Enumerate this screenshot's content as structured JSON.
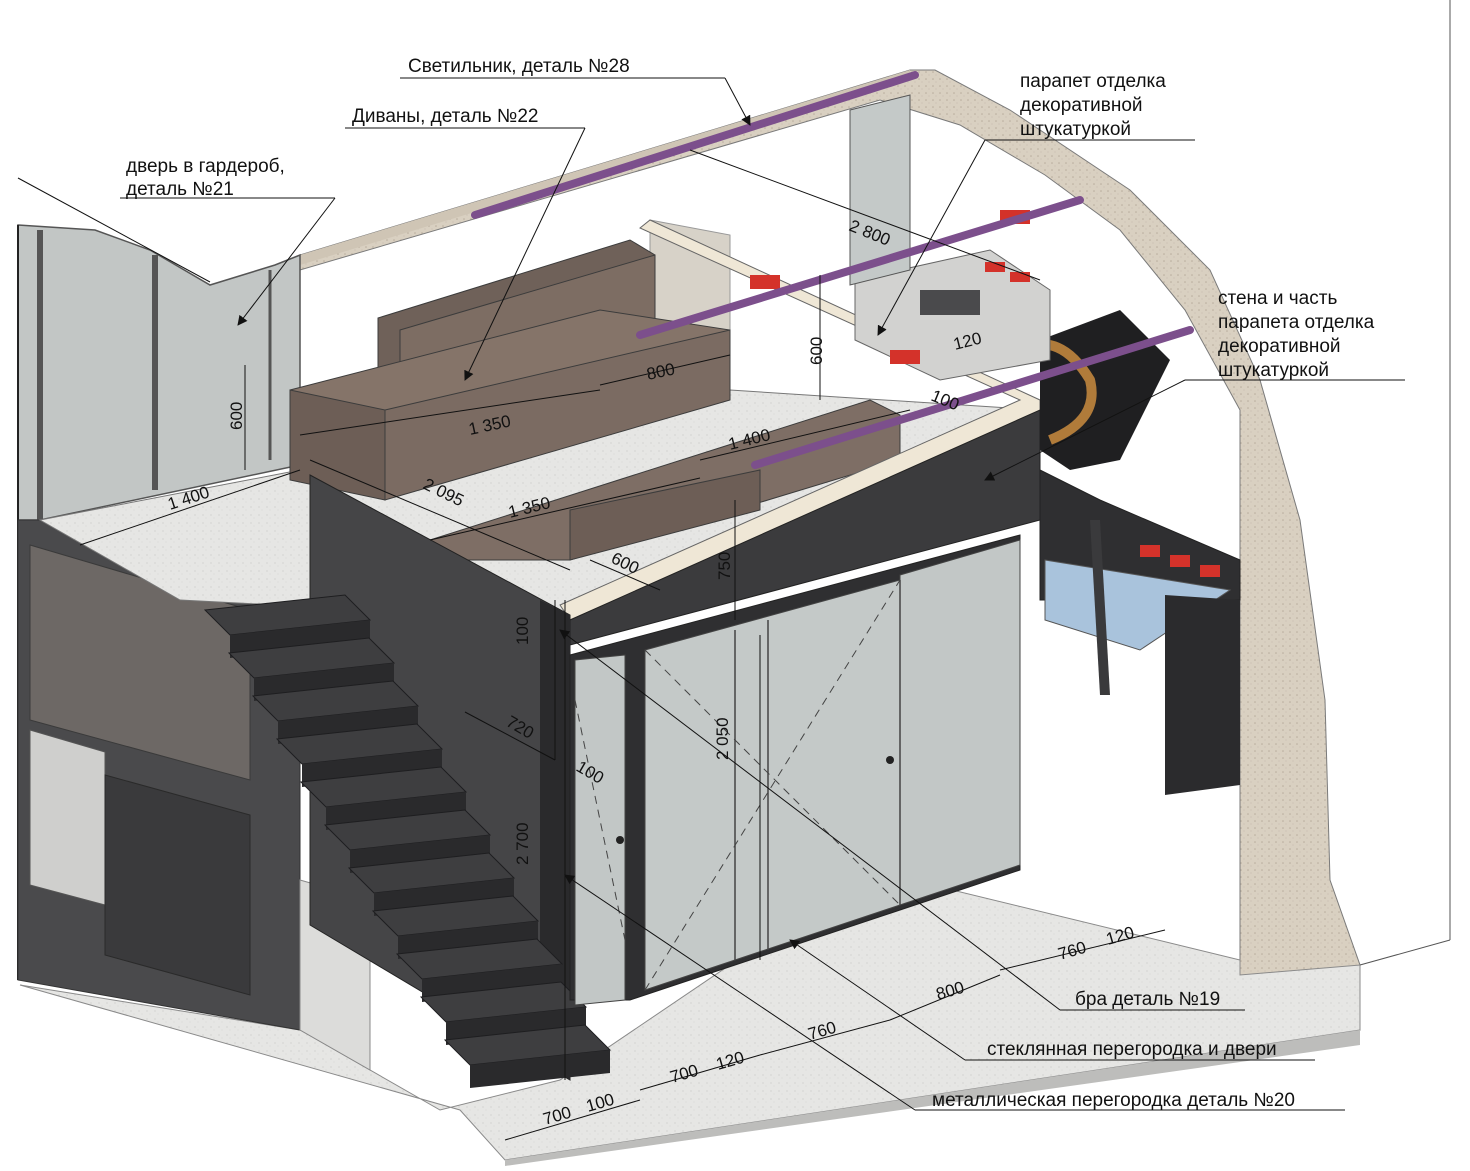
{
  "callouts": {
    "lamp": "Светильник, деталь №28",
    "sofas": "Диваны, деталь №22",
    "wardrobe_door_line1": "дверь в гардероб,",
    "wardrobe_door_line2": "деталь №21",
    "parapet_line1": "парапет отделка",
    "parapet_line2": "декоративной",
    "parapet_line3": "штукатуркой",
    "wall_line1": "стена и часть",
    "wall_line2": "парапета отделка",
    "wall_line3": "декоративной",
    "wall_line4": "штукатуркой",
    "sconce": "бра деталь №19",
    "glass_partition": "стеклянная перегородка и двери",
    "metal_partition": "металлическая перегородка деталь №20"
  },
  "dimensions": {
    "d2800": "2 800",
    "d600_right": "600",
    "d120_top": "120",
    "d800_sofa": "800",
    "d600_left": "600",
    "d1350_sofa": "1 350",
    "d1400_parapet": "1 400",
    "d100_parapet": "100",
    "d1400_floor": "1 400",
    "d2095": "2 095",
    "d1350_lower": "1 350",
    "d600_front": "600",
    "d750": "750",
    "d100_vert": "100",
    "d720": "720",
    "d100_small": "100",
    "d2050": "2 050",
    "d2700": "2 700",
    "d760_right": "760",
    "d120_right": "120",
    "d800_floor": "800",
    "d760_floor": "760",
    "d700_mid": "700",
    "d120_mid": "120",
    "d700_bottom": "700",
    "d100_bottom": "100"
  },
  "colors": {
    "plaster": "#d9d0c1",
    "sofa": "#8a776c",
    "metal_dark": "#3d3d3f",
    "glass": "#c5c9c8",
    "floor": "#e6e6e4",
    "lamp": "#7c4f8c",
    "accent_red": "#d4322a"
  }
}
